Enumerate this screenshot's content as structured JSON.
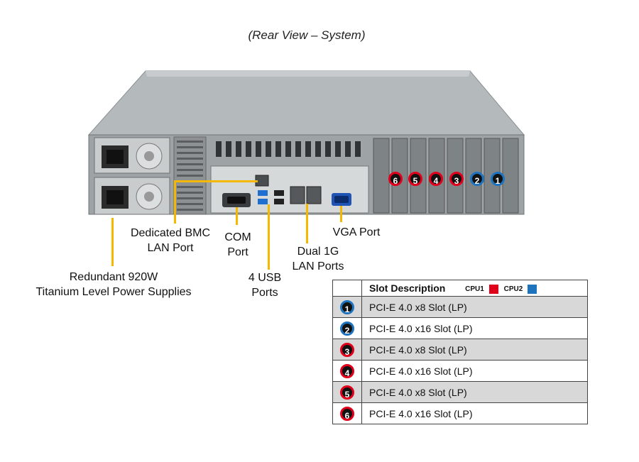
{
  "title": "(Rear View – System)",
  "labels": {
    "bmc_line1": "Dedicated BMC",
    "bmc_line2": "LAN Port",
    "com_line1": "COM",
    "com_line2": "Port",
    "vga": "VGA Port",
    "lan_line1": "Dual 1G",
    "lan_line2": "LAN Ports",
    "usb_line1": "4 USB",
    "usb_line2": "Ports",
    "psu_line1": "Redundant  920W",
    "psu_line2": "Titanium  Level Power Supplies"
  },
  "slot_badges": [
    "6",
    "5",
    "4",
    "3",
    "2",
    "1"
  ],
  "table": {
    "header": "Slot Description",
    "legend": [
      {
        "label": "CPU1",
        "color": "#e0001b"
      },
      {
        "label": "CPU2",
        "color": "#1e73be"
      }
    ],
    "rows": [
      {
        "num": "1",
        "desc": "PCI-E 4.0 x8 Slot (LP)",
        "cpu": "CPU2"
      },
      {
        "num": "2",
        "desc": "PCI-E 4.0 x16 Slot (LP)",
        "cpu": "CPU2"
      },
      {
        "num": "3",
        "desc": "PCI-E 4.0 x8 Slot (LP)",
        "cpu": "CPU1"
      },
      {
        "num": "4",
        "desc": "PCI-E 4.0 x16 Slot (LP)",
        "cpu": "CPU1"
      },
      {
        "num": "5",
        "desc": "PCI-E 4.0 x8 Slot (LP)",
        "cpu": "CPU1"
      },
      {
        "num": "6",
        "desc": "PCI-E 4.0 x16 Slot (LP)",
        "cpu": "CPU1"
      }
    ]
  },
  "colors": {
    "callout_line": "#f5b800",
    "cpu1": "#e0001b",
    "cpu2": "#1e73be"
  }
}
